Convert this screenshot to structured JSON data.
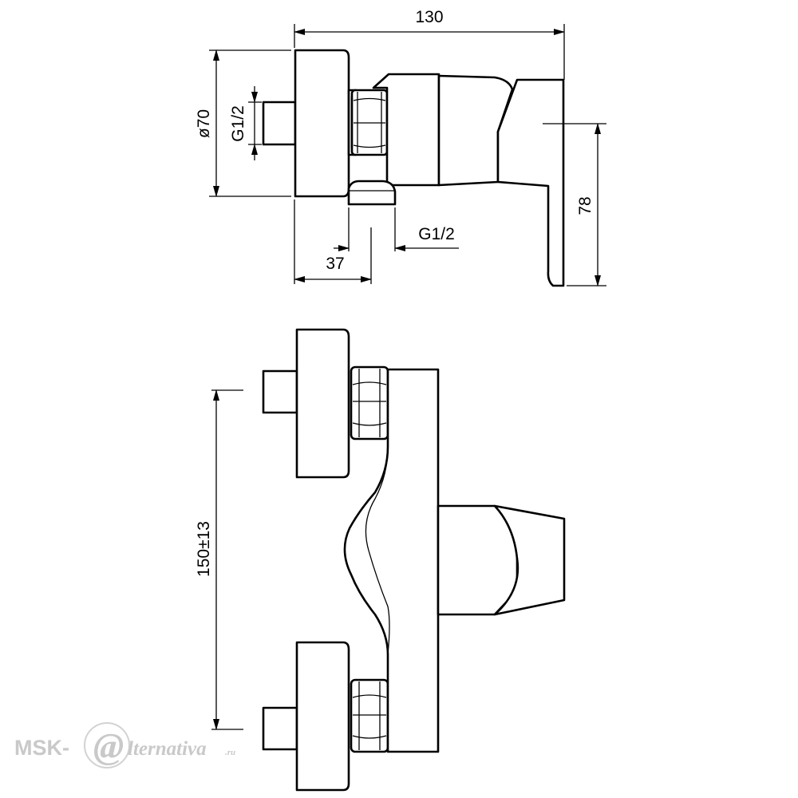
{
  "side_view": {
    "dim_overall_width": "130",
    "dim_diameter": "ø70",
    "dim_inlet_thread": "G1/2",
    "dim_outlet_thread": "G1/2",
    "dim_outlet_offset": "37",
    "dim_lever_height": "78"
  },
  "front_view": {
    "dim_center_distance": "150±13"
  },
  "watermark": {
    "prefix": "MSK-",
    "symbol": "@",
    "name": "lternativa",
    "suffix": ".ru"
  }
}
